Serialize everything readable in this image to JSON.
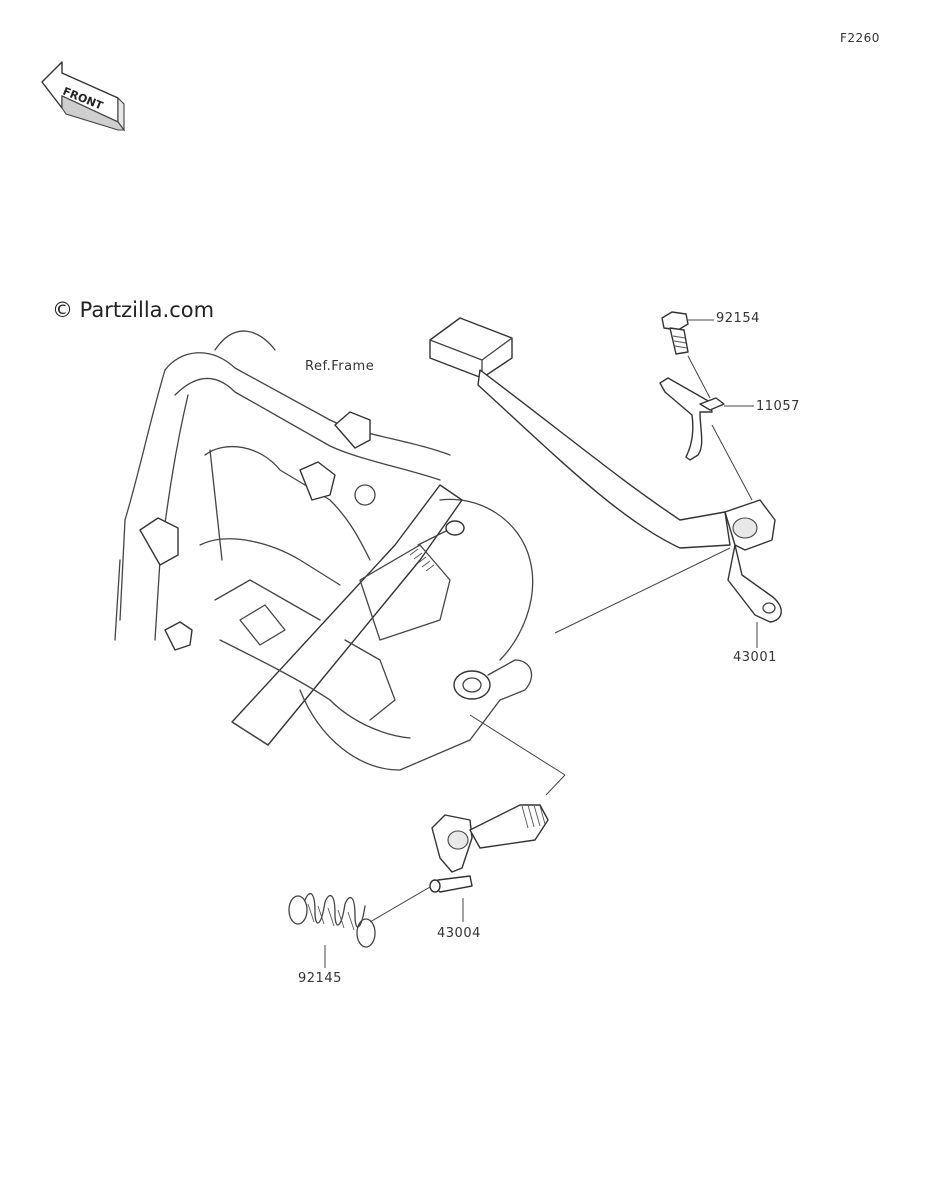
{
  "figure_code": "F2260",
  "front_label": "FRONT",
  "watermark": "© Partzilla.com",
  "ref_label": "Ref.Frame",
  "parts": [
    {
      "number": "92154",
      "icon": "bolt-icon"
    },
    {
      "number": "11057",
      "icon": "bracket-icon"
    },
    {
      "number": "43001",
      "icon": "brake-pedal-icon"
    },
    {
      "number": "43004",
      "icon": "shaft-icon"
    },
    {
      "number": "92145",
      "icon": "spring-icon"
    }
  ]
}
